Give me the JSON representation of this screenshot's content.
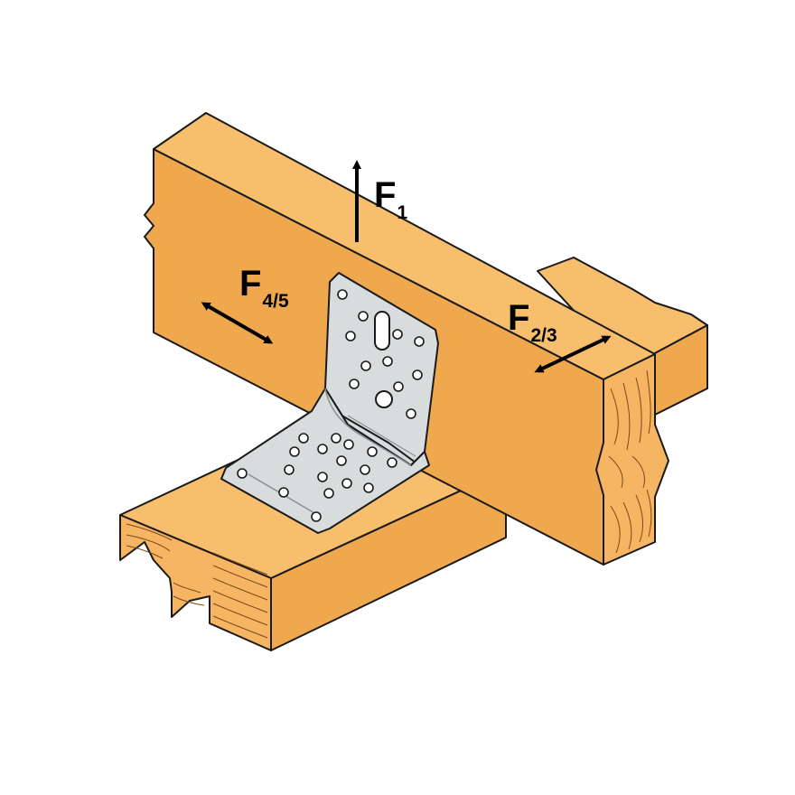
{
  "diagram": {
    "colors": {
      "wood_top": "#F7BE6E",
      "wood_side": "#F0A84F",
      "wood_end": "#F5B562",
      "wood_grain": "#7a4a1a",
      "steel": "#D9DCDD",
      "steel_shadow": "#B9BDBF",
      "outline": "#1a1a1a",
      "background": "#ffffff"
    },
    "forces": [
      {
        "id": "f1",
        "letter": "F",
        "subscript": "1",
        "direction": "vertical-up"
      },
      {
        "id": "f23",
        "letter": "F",
        "subscript": "2/3",
        "direction": "horizontal-along-beam"
      },
      {
        "id": "f45",
        "letter": "F",
        "subscript": "4/5",
        "direction": "horizontal-along-joist"
      }
    ],
    "bracket": {
      "stamp_lines": [
        "",
        ""
      ]
    },
    "icons": [
      "double-arrow-icon",
      "single-arrow-icon",
      "angle-bracket-icon",
      "screw-hole-icon"
    ]
  }
}
